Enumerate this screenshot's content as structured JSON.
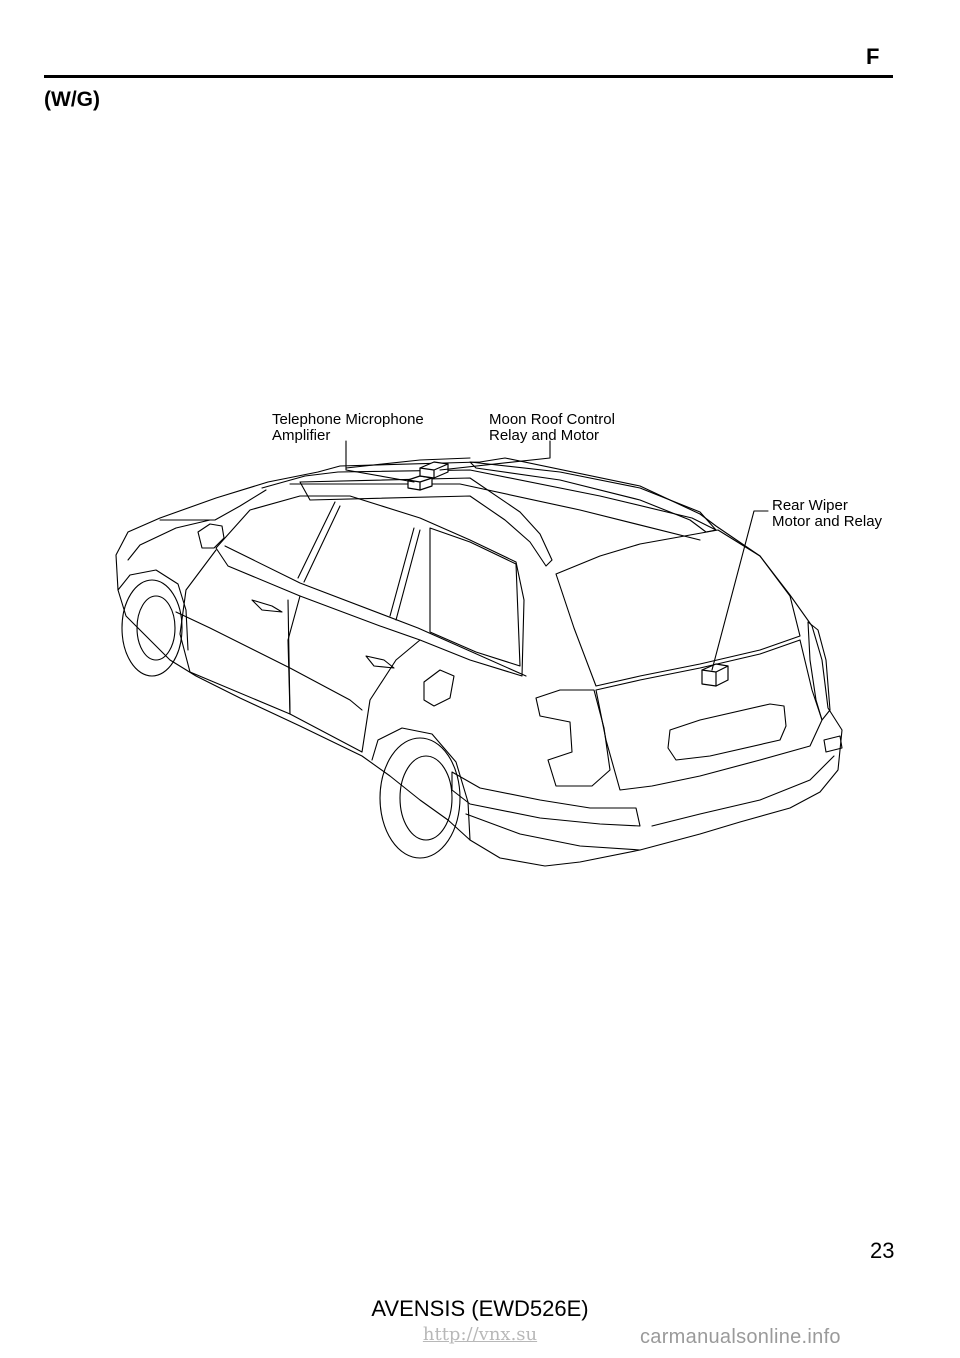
{
  "header": {
    "section_letter": "F",
    "variant": "(W/G)"
  },
  "callouts": {
    "telephone": {
      "line1": "Telephone Microphone",
      "line2": "Amplifier"
    },
    "moon_roof": {
      "line1": "Moon Roof Control",
      "line2": "Relay and Motor"
    },
    "rear_wiper": {
      "line1": "Rear Wiper",
      "line2": "Motor and Relay"
    }
  },
  "footer": {
    "page_number": "23",
    "model": "AVENSIS (EWD526E)",
    "site_link": "http://vnx.su",
    "watermark": "carmanualsonline.info"
  }
}
